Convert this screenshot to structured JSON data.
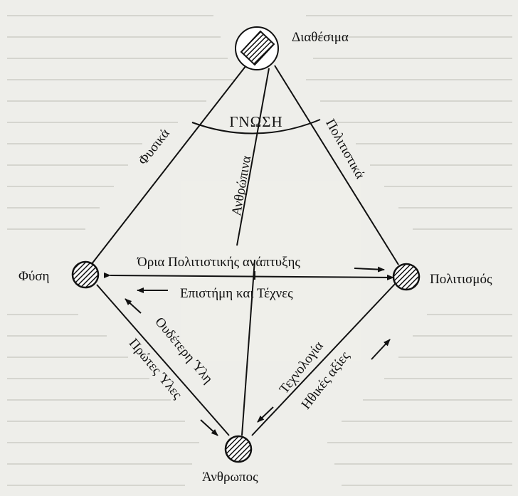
{
  "labels": {
    "resources": "Διαθέσιμα",
    "knowledge": "ΓΝΩΣΗ",
    "physical": "Φυσικά",
    "human": "Ανθρώπινα",
    "cultural": "Πολιτιστικά",
    "limits": "Όρια Πολιτιστικής ανάπτυξης",
    "nature": "Φύση",
    "civilization": "Πολιτισμός",
    "science_arts": "Επιστήμη και Τέχνες",
    "neutral_matter": "Ουδέτερη Ύλη",
    "raw_materials": "Πρώτες Ύλες",
    "technology": "Τεχνολογία",
    "ethical_values": "Ηθικές αξίες",
    "man": "Άνθρωπος"
  },
  "colors": {
    "ink": "#111111",
    "paper": "#eeeeea"
  }
}
